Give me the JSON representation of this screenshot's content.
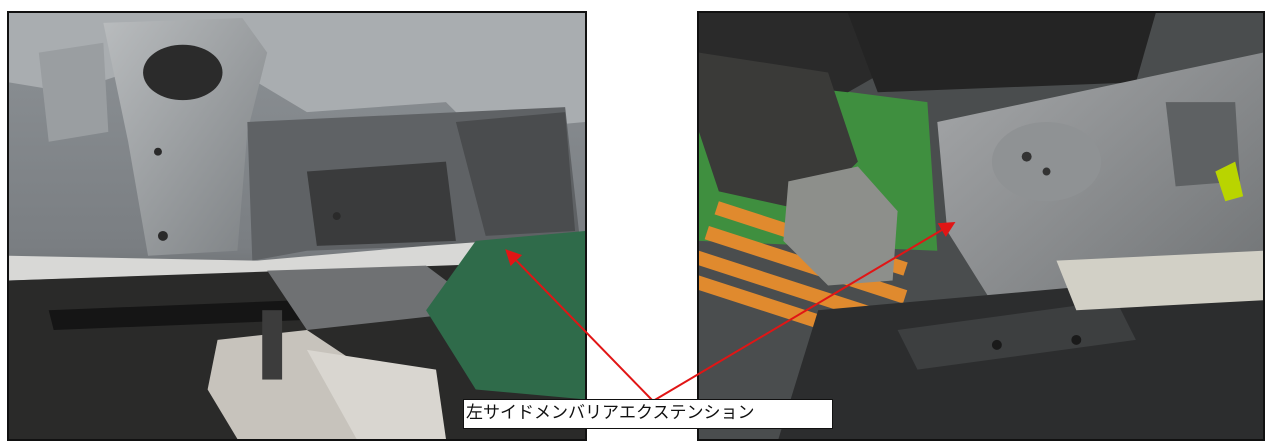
{
  "figure": {
    "callout_label": "左サイドメンバリアエクステンション",
    "arrow_color": "#e11515",
    "photos": [
      {
        "id": "left",
        "subject": "vehicle underbody with worker's gloved hand and tool"
      },
      {
        "id": "right",
        "subject": "vehicle underbody panel with gloved hand, orange pallets in background"
      }
    ]
  }
}
